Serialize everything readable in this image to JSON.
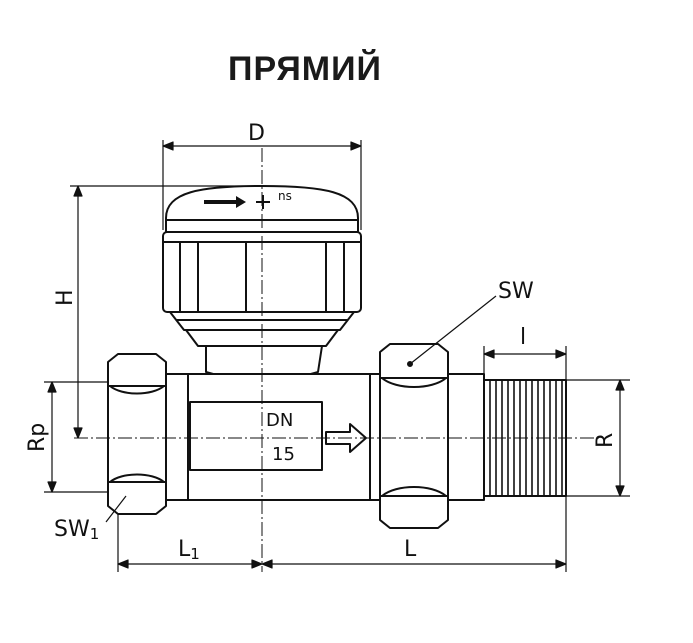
{
  "title": "ПРЯМИЙ",
  "dimensions": {
    "D": "D",
    "H": "H",
    "Rp": "Rp",
    "R": "R",
    "l": "l",
    "L": "L",
    "L1_main": "L",
    "L1_sub": "1",
    "SW": "SW",
    "SW1_main": "SW",
    "SW1_sub": "1"
  },
  "body_marking": {
    "line1": "DN",
    "line2": "15"
  },
  "icons": [
    "flow-arrow-icon",
    "valve-cap-arrow-icon",
    "valve-cap-plus-icon"
  ]
}
